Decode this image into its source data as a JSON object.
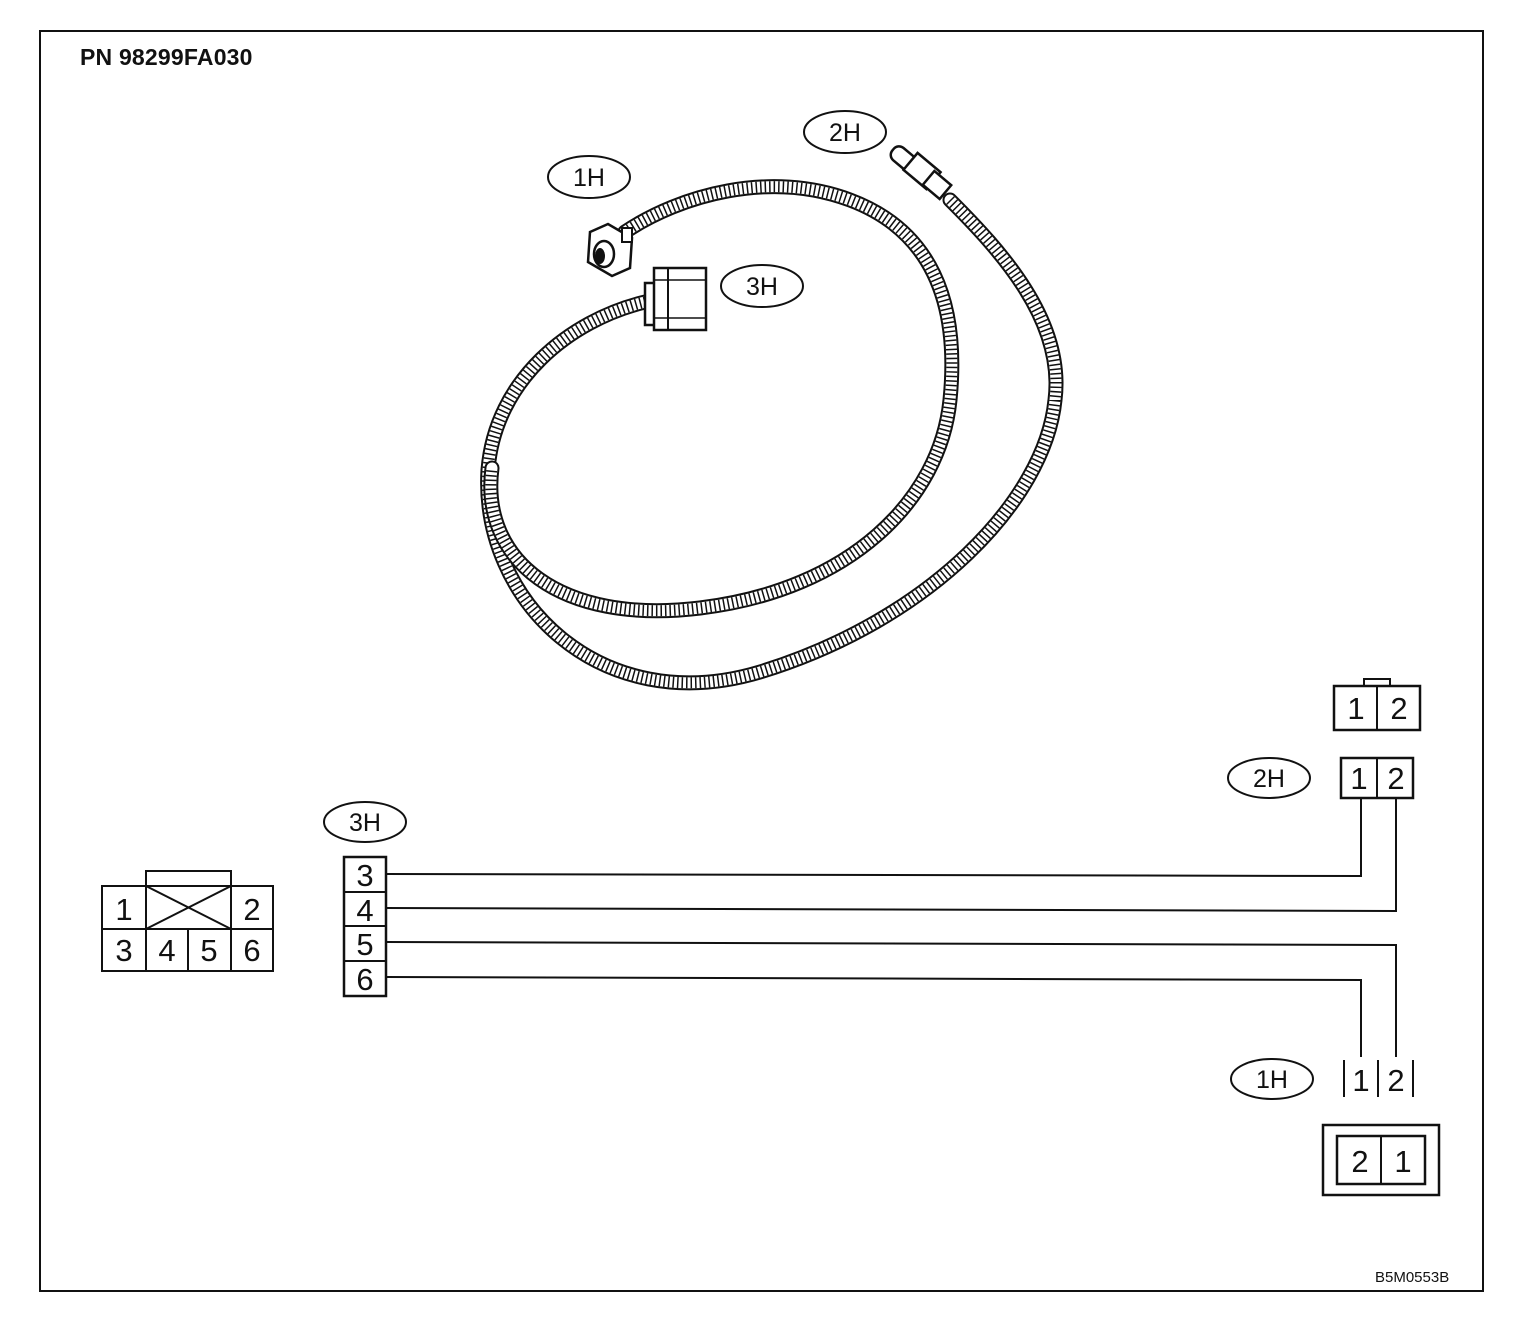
{
  "part_number": "PN 98299FA030",
  "drawing_code": "B5M0553B",
  "callouts": {
    "c1h_top": "1H",
    "c2h_top": "2H",
    "c3h_top": "3H",
    "c2h_schematic": "2H",
    "c3h_schematic": "3H",
    "c1h_schematic": "1H"
  },
  "connector_6pin": {
    "top_left": "1",
    "top_right": "2",
    "bottom": [
      "3",
      "4",
      "5",
      "6"
    ]
  },
  "connector_3h_pins": [
    "3",
    "4",
    "5",
    "6"
  ],
  "connector_2h_face": [
    "1",
    "2"
  ],
  "connector_2h_pins": [
    "1",
    "2"
  ],
  "connector_1h_pins": [
    "1",
    "2"
  ],
  "connector_1h_face": [
    "2",
    "1"
  ]
}
